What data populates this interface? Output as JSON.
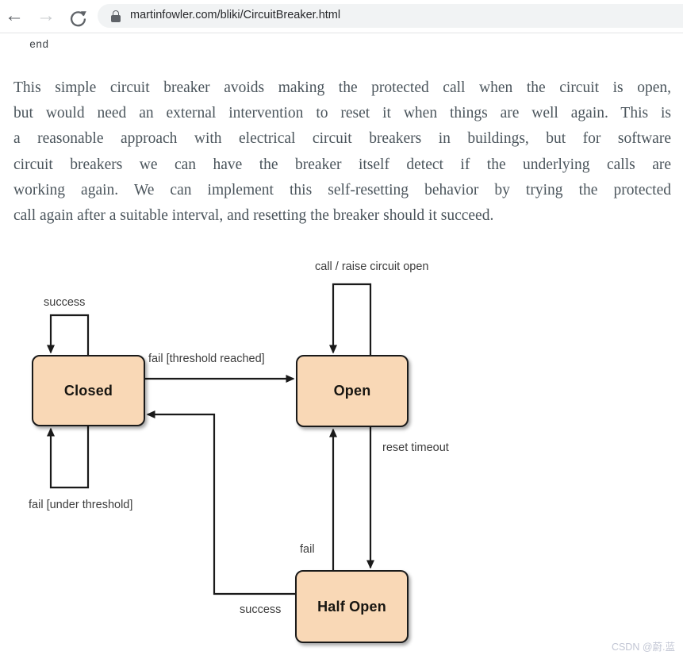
{
  "browser": {
    "back_icon": "←",
    "forward_icon": "→",
    "refresh_icon": "clockwise-circular-arrow",
    "lock_icon": "padlock",
    "url": "martinfowler.com/bliki/CircuitBreaker.html"
  },
  "article": {
    "code_end": "end",
    "paragraph_lines": [
      "This simple circuit breaker avoids making the protected call when the circuit is open,",
      "but would need an external intervention to reset it when things are well again. This is",
      "a reasonable approach with electrical circuit breakers in buildings, but for software",
      "circuit breakers we can have the breaker itself detect if the underlying calls are",
      "working again. We can implement this self-resetting behavior by trying the protected",
      "call again after a suitable interval, and resetting the breaker should it succeed."
    ]
  },
  "diagram": {
    "type": "state-diagram",
    "states": [
      {
        "id": "closed",
        "label": "Closed"
      },
      {
        "id": "open",
        "label": "Open"
      },
      {
        "id": "half_open",
        "label": "Half Open"
      }
    ],
    "transitions": [
      {
        "label": "call / raise circuit open",
        "from": "open",
        "to": "open"
      },
      {
        "label": "success",
        "from": "closed",
        "to": "closed"
      },
      {
        "label": "fail [threshold reached]",
        "from": "closed",
        "to": "open"
      },
      {
        "label": "fail [under threshold]",
        "from": "closed",
        "to": "closed"
      },
      {
        "label": "reset timeout",
        "from": "open",
        "to": "half_open"
      },
      {
        "label": "fail",
        "from": "half_open",
        "to": "open"
      },
      {
        "label": "success",
        "from": "half_open",
        "to": "closed"
      }
    ],
    "colors": {
      "state_fill": "#f9d8b6",
      "state_border": "#1a1a1a",
      "line": "#1a1a1a"
    }
  },
  "watermark": {
    "text": "CSDN @蔚.蓝"
  }
}
